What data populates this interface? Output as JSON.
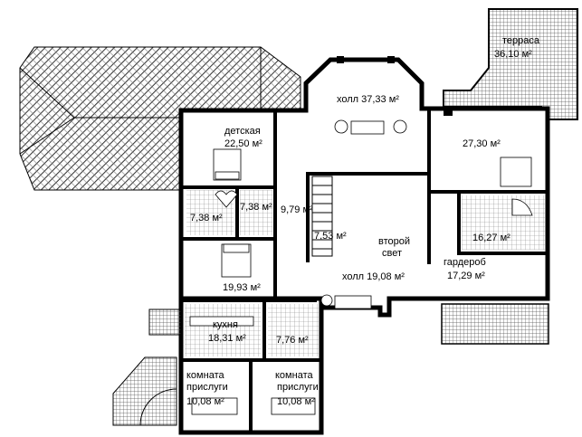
{
  "rooms": [
    {
      "id": "terrace",
      "name": "терраса",
      "area": "36,10 м²"
    },
    {
      "id": "hall1",
      "name": "холл 37,33 м²",
      "area": ""
    },
    {
      "id": "kids",
      "name": "детская",
      "area": "22,50 м²"
    },
    {
      "id": "bed1",
      "name": "",
      "area": "27,30 м²"
    },
    {
      "id": "bath1",
      "name": "",
      "area": "7,38 м²"
    },
    {
      "id": "bath2",
      "name": "",
      "area": "7,38 м²"
    },
    {
      "id": "corr",
      "name": "",
      "area": "9,79 м²"
    },
    {
      "id": "stairs",
      "name": "",
      "area": "7,53 м²"
    },
    {
      "id": "void",
      "name": "второй",
      "name2": "свет",
      "area": ""
    },
    {
      "id": "bath3",
      "name": "",
      "area": "16,27 м²"
    },
    {
      "id": "bed2",
      "name": "",
      "area": "19,93 м²"
    },
    {
      "id": "hall2",
      "name": "холл 19,08 м²",
      "area": ""
    },
    {
      "id": "wardrobe",
      "name": "гардероб",
      "area": "17,29 м²"
    },
    {
      "id": "kitchen",
      "name": "кухня",
      "area": "18,31 м²"
    },
    {
      "id": "wc",
      "name": "",
      "area": "7,76 м²"
    },
    {
      "id": "servant1",
      "name": "комната",
      "name2": "прислуги",
      "area": "10,08 м²"
    },
    {
      "id": "servant2",
      "name": "комната",
      "name2": "прислуги",
      "area": "10,08 м²"
    }
  ],
  "colors": {
    "wall": "#000000",
    "roof": "#444444",
    "hatch": "#666666",
    "background": "#ffffff"
  }
}
